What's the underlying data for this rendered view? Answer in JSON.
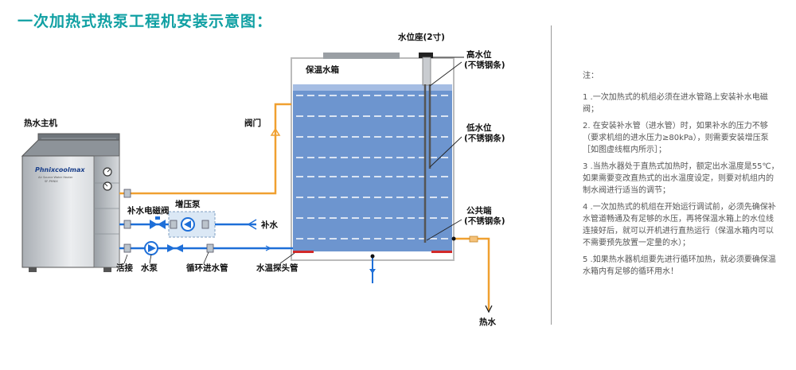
{
  "title": "一次加热式热泵工程机安装示意图：",
  "labels": {
    "host": "热水主机",
    "brand": "Phnixcoolmax",
    "brand_sub1": "Air Source Water Heater",
    "brand_sub2": "SF-PHNIX",
    "tank": "保温水箱",
    "sensor_base": "水位座(2寸)",
    "high_level": "高水位",
    "high_level_sub": "(不锈钢条)",
    "low_level": "低水位",
    "low_level_sub": "(不锈钢条)",
    "common": "公共端",
    "common_sub": "(不锈钢条)",
    "valve": "阀门",
    "makeup_valve": "补水电磁阀",
    "booster": "增压泵",
    "makeup_water": "补水",
    "joint": "活接",
    "pump": "水泵",
    "circ_pipe": "循环进水管",
    "temp_probe": "水温探头管",
    "hot_water": "热水"
  },
  "notes": {
    "title": "注：",
    "items": [
      "1 .一次加热式的机组必须在进水管路上安装补水电磁阀；",
      "2. 在安装补水管（进水管）时，如果补水的压力不够（要求机组的进水压力≥80kPa），则需要安装增压泵［如图虚线框内所示］；",
      "3 .当热水器处于直热式加热时，额定出水温度是55℃，如果需要变改直热式的出水温度设定，则要对机组内的制水阀进行适当的调节；",
      "4 .一次加热式的机组在开始运行调试前，必须先确保补水管道畅通及有足够的水压，再将保温水箱上的水位线连接好后，就可以开机进行直热运行（保温水箱内可以不需要预先放置一定量的水）；",
      "5 .如果热水器机组要先进行循环加热，就必须要确保温水箱内有足够的循环用水！"
    ]
  },
  "colors": {
    "title": "#10a0a3",
    "hot_pipe": "#f0a030",
    "cold_pipe": "#1e6fd8",
    "water": "#6d95cf",
    "water_top": "#a5bde3",
    "tank_line": "#bbbbbb",
    "booster_box": "#dbe8f5"
  }
}
